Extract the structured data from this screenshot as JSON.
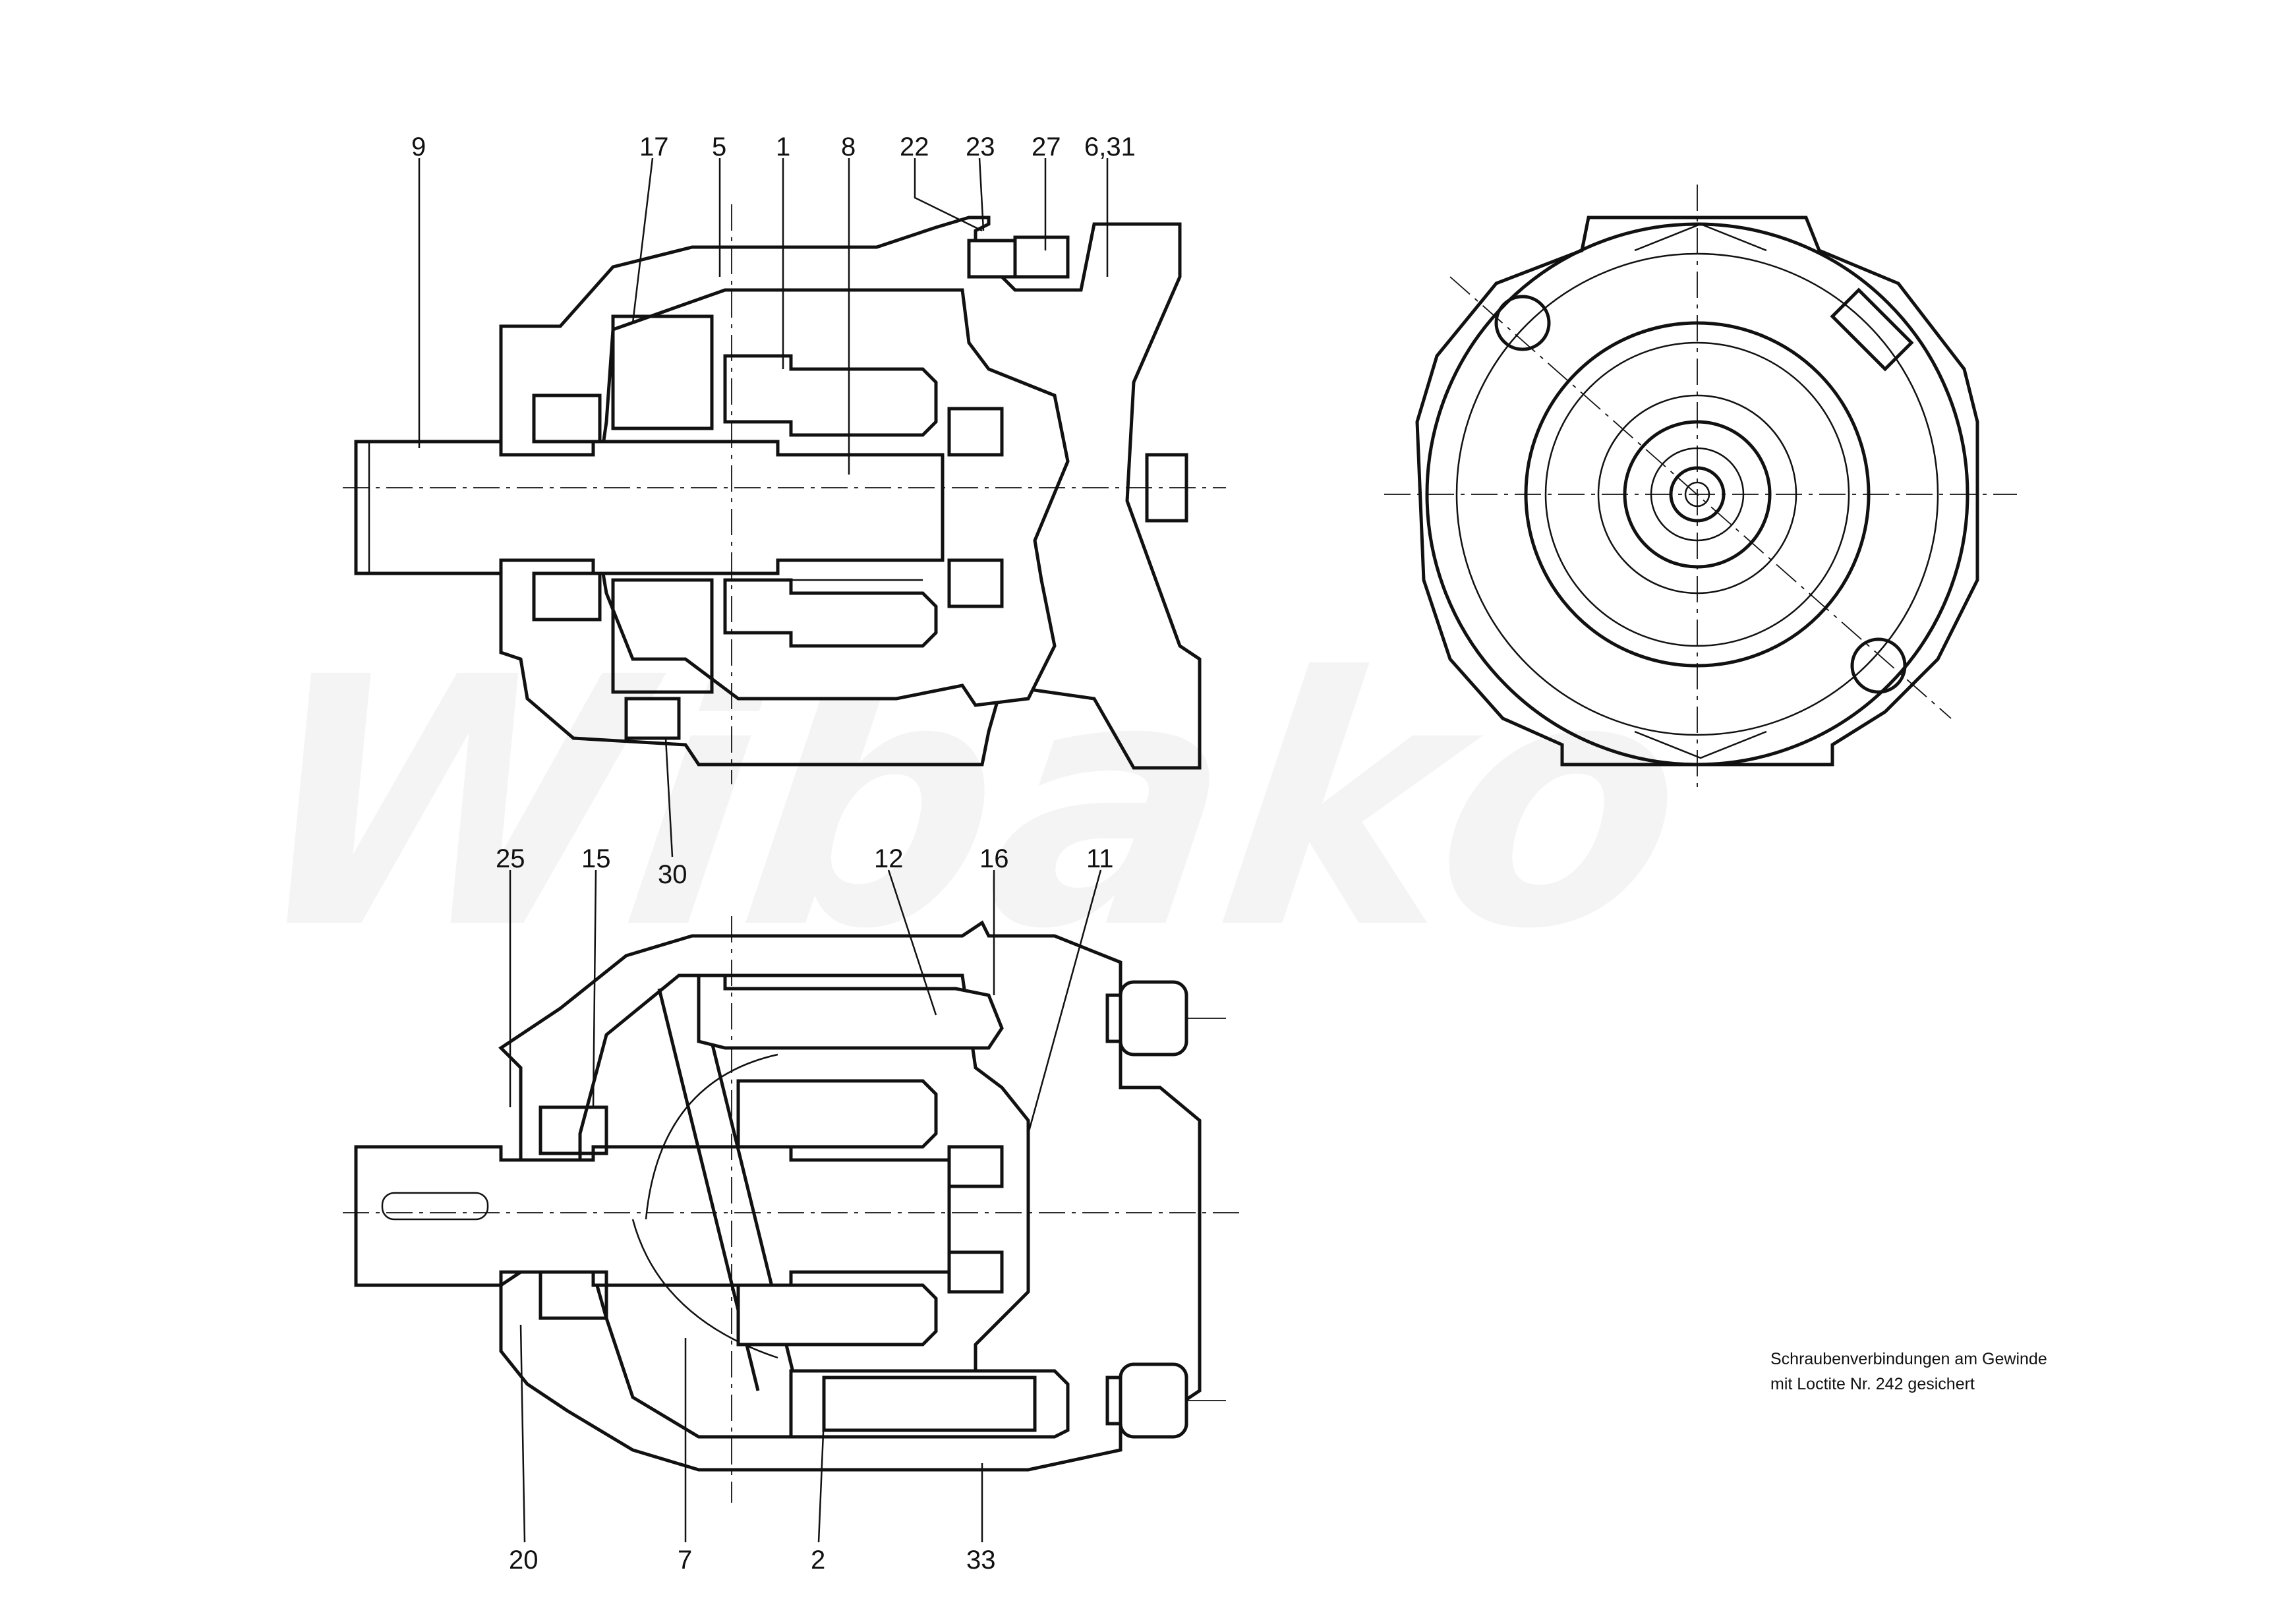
{
  "watermark": "Wibako",
  "note": {
    "line1": "Schraubenverbindungen am Gewinde",
    "line2": "mit Loctite Nr. 242 gesichert"
  },
  "labels": {
    "l9": "9",
    "l17": "17",
    "l5": "5",
    "l1": "1",
    "l8": "8",
    "l22": "22",
    "l23": "23",
    "l27": "27",
    "l631": "6,31",
    "l30": "30",
    "l25": "25",
    "l15": "15",
    "l12": "12",
    "l16": "16",
    "l11": "11",
    "l20": "20",
    "l7": "7",
    "l2": "2",
    "l33": "33"
  }
}
